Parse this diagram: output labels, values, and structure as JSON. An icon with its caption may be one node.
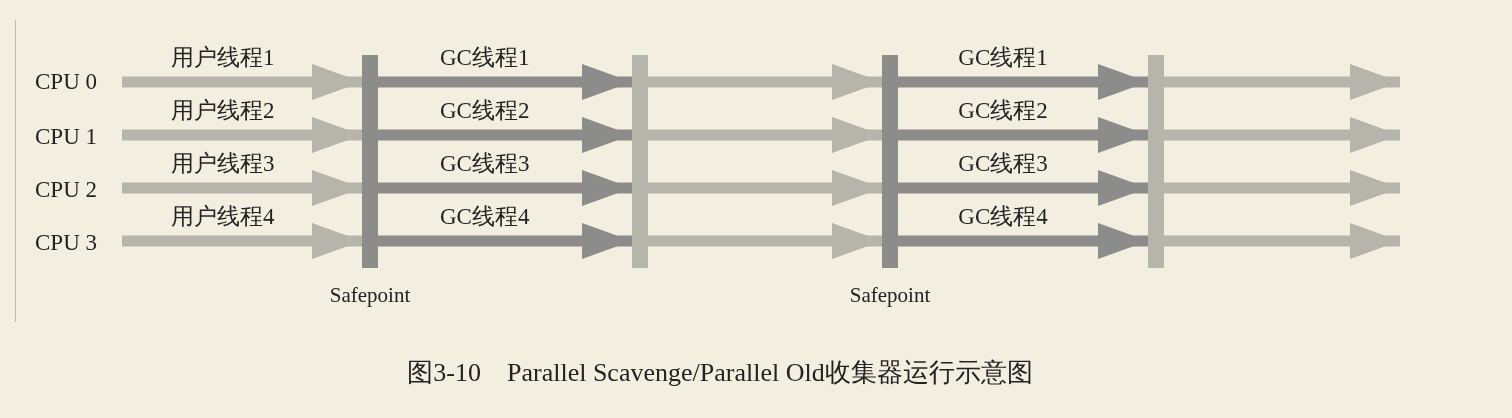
{
  "diagram": {
    "caption": "图3-10    Parallel Scavenge/Parallel Old收集器运行示意图",
    "nodes": [
      {
        "text": [
          "CPU 0"
        ]
      },
      {
        "text": [
          "CPU 1"
        ]
      },
      {
        "text": [
          "CPU 2"
        ]
      },
      {
        "text": [
          "CPU 3"
        ]
      },
      {
        "text": [],
        "shape": "bar",
        "beside": [
          "Safepoint"
        ]
      },
      {
        "text": [],
        "shape": "bar"
      },
      {
        "text": [],
        "shape": "bar",
        "beside": [
          "Safepoint"
        ]
      },
      {
        "text": [],
        "shape": "bar"
      }
    ],
    "edges": [
      {
        "from": 0,
        "to": 4,
        "arrow": "to",
        "label": "用户线程1"
      },
      {
        "from": 1,
        "to": 4,
        "arrow": "to",
        "label": "用户线程2"
      },
      {
        "from": 2,
        "to": 4,
        "arrow": "to",
        "label": "用户线程3"
      },
      {
        "from": 3,
        "to": 4,
        "arrow": "to",
        "label": "用户线程4"
      },
      {
        "from": 4,
        "to": 5,
        "arrow": "to",
        "label": "GC线程1",
        "color": "#8c8c8a"
      },
      {
        "from": 4,
        "to": 5,
        "arrow": "to",
        "label": "GC线程2",
        "color": "#8c8c8a"
      },
      {
        "from": 4,
        "to": 5,
        "arrow": "to",
        "label": "GC线程3",
        "color": "#8c8c8a"
      },
      {
        "from": 4,
        "to": 5,
        "arrow": "to",
        "label": "GC线程4",
        "color": "#8c8c8a"
      },
      {
        "from": 5,
        "to": 6,
        "arrow": "to"
      },
      {
        "from": 5,
        "to": 6,
        "arrow": "to"
      },
      {
        "from": 5,
        "to": 6,
        "arrow": "to"
      },
      {
        "from": 5,
        "to": 6,
        "arrow": "to"
      },
      {
        "from": 6,
        "to": 7,
        "arrow": "to",
        "label": "GC线程1",
        "color": "#8c8c8a"
      },
      {
        "from": 6,
        "to": 7,
        "arrow": "to",
        "label": "GC线程2",
        "color": "#8c8c8a"
      },
      {
        "from": 6,
        "to": 7,
        "arrow": "to",
        "label": "GC线程3",
        "color": "#8c8c8a"
      },
      {
        "from": 6,
        "to": 7,
        "arrow": "to",
        "label": "GC线程4",
        "color": "#8c8c8a"
      },
      {
        "from": 7,
        "to": null,
        "arrow": "to"
      },
      {
        "from": 7,
        "to": null,
        "arrow": "to"
      },
      {
        "from": 7,
        "to": null,
        "arrow": "to"
      },
      {
        "from": 7,
        "to": null,
        "arrow": "to"
      }
    ]
  }
}
